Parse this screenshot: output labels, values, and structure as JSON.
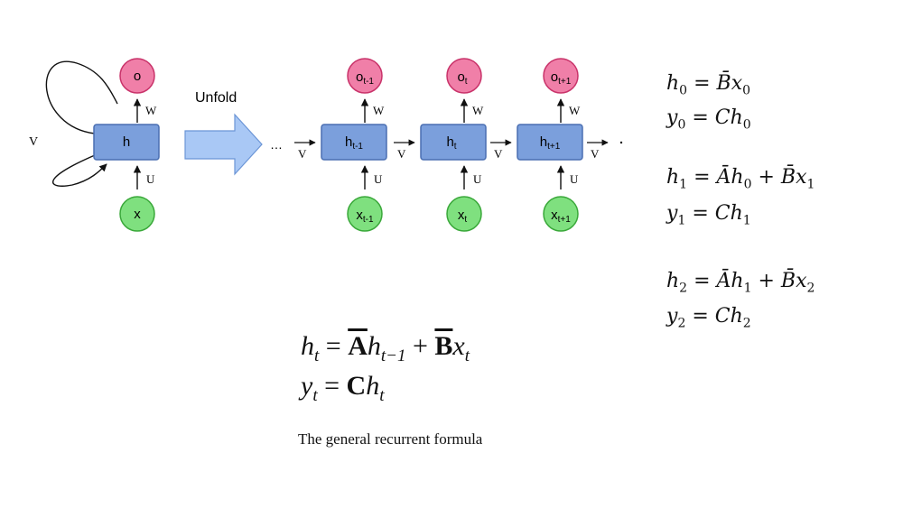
{
  "diagram": {
    "folded": {
      "output": "o",
      "hidden": "h",
      "input": "x",
      "self_loop_weight": "V",
      "output_weight": "W",
      "input_weight": "U"
    },
    "unfold_label": "Unfold",
    "ellipsis": "…",
    "arrow_weight": "V",
    "steps": [
      {
        "output": "o",
        "output_sub": "t-1",
        "hidden": "h",
        "hidden_sub": "t-1",
        "input": "x",
        "input_sub": "t-1",
        "up_weight": "W",
        "in_weight": "U"
      },
      {
        "output": "o",
        "output_sub": "t",
        "hidden": "h",
        "hidden_sub": "t",
        "input": "x",
        "input_sub": "t",
        "up_weight": "W",
        "in_weight": "U"
      },
      {
        "output": "o",
        "output_sub": "t+1",
        "hidden": "h",
        "hidden_sub": "t+1",
        "input": "x",
        "input_sub": "t+1",
        "up_weight": "W",
        "in_weight": "U"
      }
    ],
    "colors": {
      "output_fill": "#f07fa8",
      "output_stroke": "#c9336a",
      "input_fill": "#7fe07f",
      "input_stroke": "#3aa83a",
      "hidden_fill": "#7b9fdc",
      "hidden_stroke": "#4a6fb2",
      "unfold_arrow": "#a9c8f5",
      "unfold_arrow_stroke": "#6b95d6"
    }
  },
  "equations": {
    "h0": {
      "lhs": "h",
      "lhs_sub": "0",
      "rhs": "= B̄x",
      "rhs_sub": "0"
    },
    "y0": {
      "lhs": "y",
      "lhs_sub": "0",
      "rhs": "= Ch",
      "rhs_sub": "0"
    },
    "h1": {
      "lhs": "h",
      "lhs_sub": "1",
      "rhs_a": "= Āh",
      "rhs_a_sub": "0",
      "rhs_b": " + B̄x",
      "rhs_b_sub": "1"
    },
    "y1": {
      "lhs": "y",
      "lhs_sub": "1",
      "rhs": "= Ch",
      "rhs_sub": "1"
    },
    "h2": {
      "lhs": "h",
      "lhs_sub": "2",
      "rhs_a": "= Āh",
      "rhs_a_sub": "1",
      "rhs_b": " + B̄x",
      "rhs_b_sub": "2"
    },
    "y2": {
      "lhs": "y",
      "lhs_sub": "2",
      "rhs": "= Ch",
      "rhs_sub": "2"
    }
  },
  "general": {
    "ht": {
      "lhs": "h",
      "lhs_sub": "t",
      "eq": "=",
      "A": "A",
      "h": "h",
      "h_sub": "t−1",
      "plus": "+",
      "B": "B",
      "x": "x",
      "x_sub": "t"
    },
    "yt": {
      "lhs": "y",
      "lhs_sub": "t",
      "eq": "=",
      "C": "C",
      "h": "h",
      "h_sub": "t"
    }
  },
  "caption": "The general recurrent formula"
}
